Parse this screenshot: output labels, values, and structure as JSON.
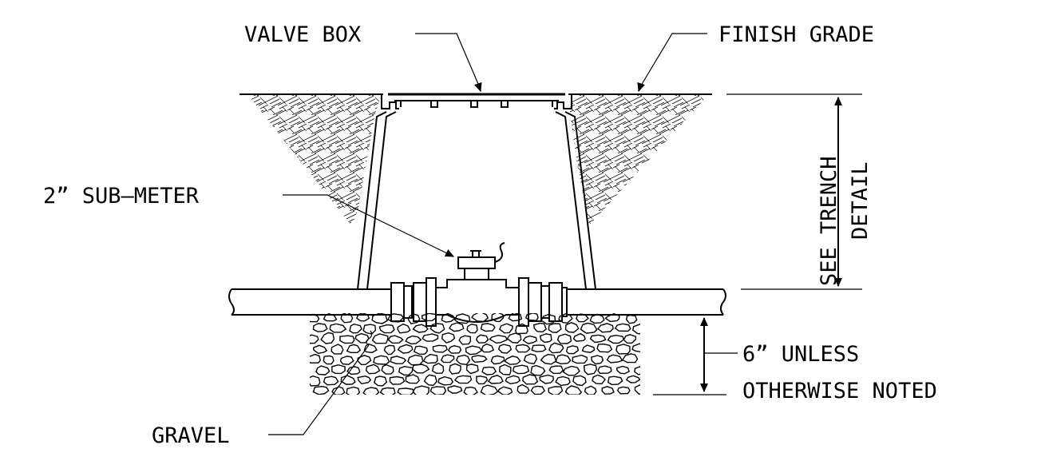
{
  "labels": {
    "valve_box": "VALVE BOX",
    "finish_grade": "FINISH GRADE",
    "sub_meter": "2” SUB—METER",
    "see_trench_1": "SEE TRENCH",
    "see_trench_2": "DETAIL",
    "depth_1": "6” UNLESS",
    "depth_2": "OTHERWISE NOTED",
    "gravel": "GRAVEL"
  }
}
